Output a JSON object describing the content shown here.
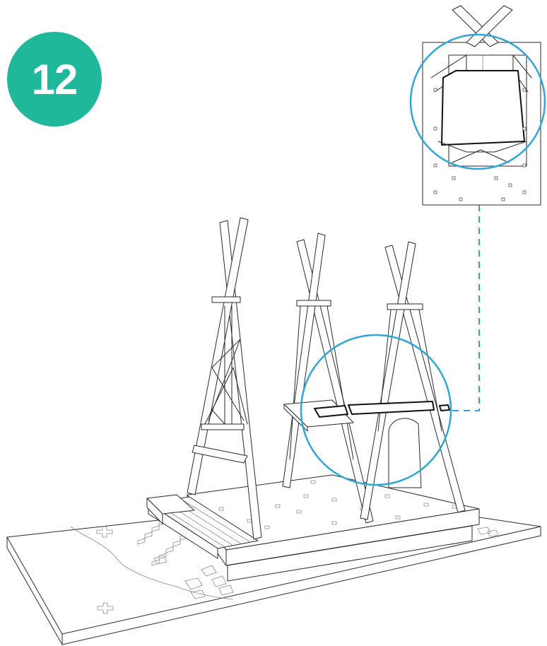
{
  "step": {
    "number": "12"
  },
  "colors": {
    "badge": "#1fb89a",
    "highlight_circle": "#2fa6d9",
    "linework": "#2a2a2a"
  },
  "icons": [
    "step-badge",
    "detail-zoom-circle",
    "assembly-zoom-circle",
    "dashed-leader-arrow"
  ]
}
